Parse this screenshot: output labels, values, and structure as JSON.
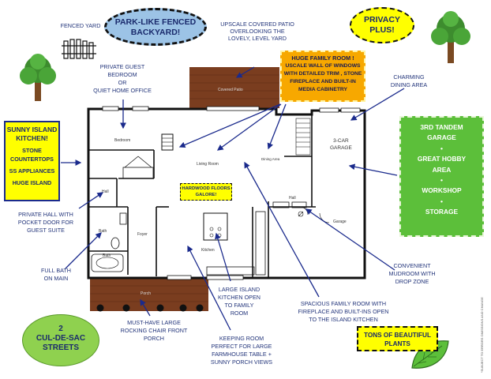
{
  "callouts": {
    "park_like": [
      "PARK-LIKE FENCED",
      "BACKYARD!"
    ],
    "privacy": [
      "PRIVACY",
      "PLUS!"
    ],
    "huge_family_room": {
      "title": "HUGE FAMILY ROOM !",
      "lines": [
        "USCALE WALL OF WINDOWS",
        "WITH DETAILED TRIM , STONE",
        "FIREPLACE AND BUILT-IN",
        "MEDIA CABINETRY"
      ]
    },
    "sunny_kitchen": {
      "title": [
        "SUNNY ISLAND",
        "KITCHEN!"
      ],
      "lines": [
        "STONE",
        "COUNTERTOPS",
        "SS APPLIANCES",
        "HUGE ISLAND"
      ]
    },
    "hardwood": [
      "HARDWOOD FLOORS",
      "GALORE!"
    ],
    "garage_box": [
      "3RD TANDEM",
      "GARAGE",
      "•",
      "GREAT HOBBY",
      "AREA",
      "•",
      "WORKSHOP",
      "•",
      "STORAGE"
    ],
    "cul_de_sac": [
      "2",
      "CUL-DE-SAC",
      "STREETS"
    ],
    "plants": [
      "TONS OF BEAUTIFUL",
      "PLANTS"
    ]
  },
  "notes": {
    "fenced_yard": "FENCED YARD",
    "patio": [
      "UPSCALE COVERED PATIO",
      "OVERLOOKING THE",
      "LOVELY, LEVEL  YARD"
    ],
    "guest_bedroom": [
      "PRIVATE GUEST",
      "BEDROOM",
      "OR",
      "QUIET HOME OFFICE"
    ],
    "dining": [
      "CHARMING",
      "DINING  AREA"
    ],
    "private_hall": [
      "PRIVATE HALL WITH",
      "POCKET DOOR FOR",
      "GUEST SUITE"
    ],
    "full_bath": [
      "FULL BATH",
      "ON MAIN"
    ],
    "island_kitchen": [
      "LARGE ISLAND",
      "KITCHEN OPEN",
      "TO FAMILY",
      "ROOM"
    ],
    "mudroom": [
      "CONVENIENT",
      "MUDROOM WITH",
      "DROP ZONE"
    ],
    "spacious": [
      "SPACIOUS FAMILY ROOM WITH",
      "FIREPLACE AND BUILT-INS OPEN",
      "TO THE ISLAND KITCHEN"
    ],
    "porch": [
      "MUST-HAVE LARGE",
      "ROCKING CHAIR FRONT",
      "PORCH"
    ],
    "keeping_room": [
      "KEEPING ROOM",
      "PERFECT FOR LARGE",
      "FARMHOUSE TABLE +",
      "SUNNY PORCH VIEWS"
    ],
    "disclaimer": "*SUBJECT TO ERRORS OMISSIONS AND CHANGE"
  },
  "rooms": {
    "covered_patio": "Covered Patio",
    "bedroom": "Bedroom",
    "living_room": "Living Room",
    "dining_area": "Dining Area",
    "garage_3car": [
      "3-CAR",
      "GARAGE"
    ],
    "hall_left": "Hall",
    "hall_right": "Hall",
    "bath": "Bath",
    "bath2": "Bath",
    "foyer": "Foyer",
    "kitchen": "Kitchen",
    "garage": "Garage",
    "porch": "Porch"
  },
  "colors": {
    "navy": "#1a2a8c",
    "yellow": "#ffff00",
    "green_box": "#5cbf3a",
    "light_blue": "#9cc3e6",
    "orange": "#f7a800",
    "wood": "#7a3d1f",
    "light_green": "#8fd14f"
  }
}
